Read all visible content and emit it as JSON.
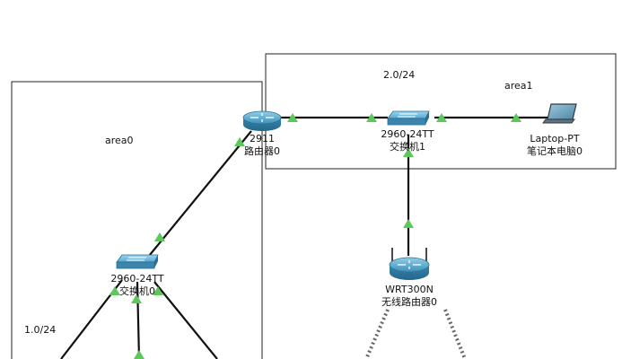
{
  "areas": {
    "area0": {
      "label": "area0",
      "subnet": "1.0/24"
    },
    "area1": {
      "label": "area1",
      "subnet": "2.0/24"
    }
  },
  "devices": {
    "router0": {
      "model": "2911",
      "name": "路由器0"
    },
    "switch0": {
      "model": "2960-24TT",
      "name": "交换机0"
    },
    "switch1": {
      "model": "2960-24TT",
      "name": "交换机1"
    },
    "laptop0": {
      "model": "Laptop-PT",
      "name": "笔记本电脑0"
    },
    "wireless0": {
      "model": "WRT300N",
      "name": "无线路由器0"
    }
  },
  "colors": {
    "link": "#111111",
    "link_up_indicator": "#5cc85c",
    "device_body": "#3f87ad",
    "area_border": "#222222"
  }
}
